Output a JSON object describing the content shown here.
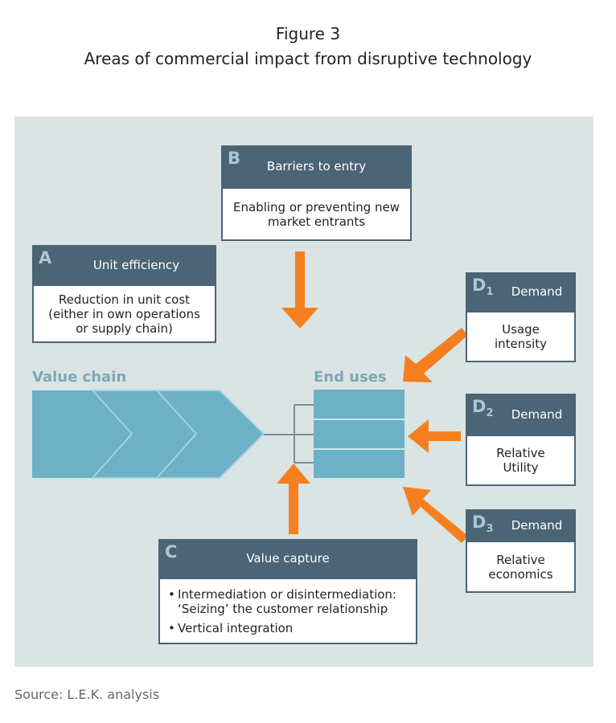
{
  "figure_number": "Figure 3",
  "figure_title": "Areas of commercial impact from disruptive technology",
  "boxes": {
    "a": {
      "letter": "A",
      "header": "Unit efficiency",
      "lines": [
        "Reduction in unit cost",
        "(either in own operations",
        "or supply chain)"
      ]
    },
    "b": {
      "letter": "B",
      "header": "Barriers to entry",
      "lines": [
        "Enabling or preventing new",
        "market entrants"
      ]
    },
    "c": {
      "letter": "C",
      "header": "Value capture",
      "bullets": [
        "Intermediation or disintermediation: ‘Seizing’ the customer relationship",
        "Vertical integration"
      ]
    },
    "d1": {
      "letter": "D",
      "sub": "1",
      "header": "Demand",
      "lines": [
        "Usage",
        "intensity"
      ]
    },
    "d2": {
      "letter": "D",
      "sub": "2",
      "header": "Demand",
      "lines": [
        "Relative",
        "Utility"
      ]
    },
    "d3": {
      "letter": "D",
      "sub": "3",
      "header": "Demand",
      "lines": [
        "Relative",
        "economics"
      ]
    }
  },
  "value_chain_label": "Value chain",
  "end_uses_label": "End uses",
  "source": "Source: L.E.K. analysis",
  "colors": {
    "panel": "#d9e4e3",
    "header": "#4b6476",
    "chain": "#6cb1c5",
    "arrow": "#f57f1f"
  }
}
